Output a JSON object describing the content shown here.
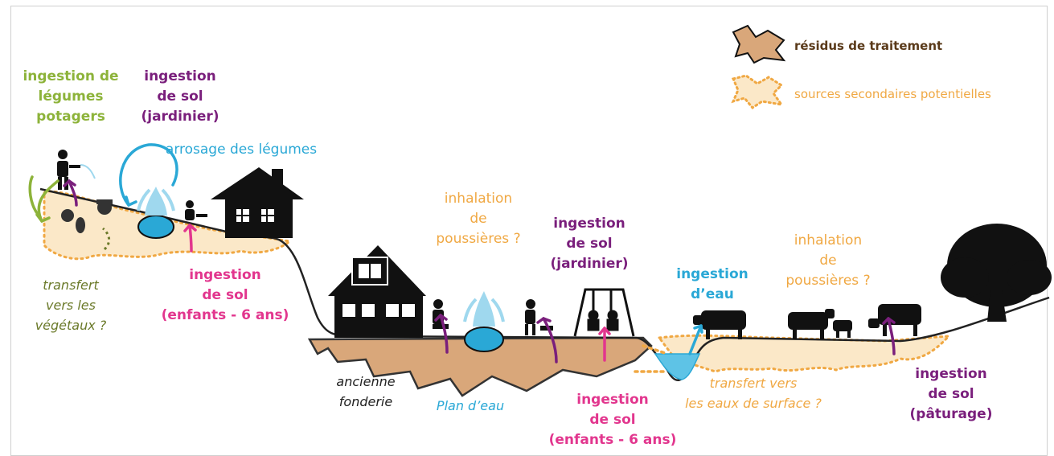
{
  "legend": {
    "residues": "résidus de traitement",
    "secondary": "sources secondaires potentielles"
  },
  "labels": {
    "veg_ingestion": "ingestion de\nlégumes\npotagers",
    "soil_gardener_1": "ingestion\nde sol\n(jardinier)",
    "watering": "arrosage des légumes",
    "soil_children_1": "ingestion\nde sol\n(enfants - 6 ans)",
    "transfer_plants": "transfert\nvers les\nvégétaux ?",
    "dust_1": "inhalation\nde\npoussières ?",
    "soil_gardener_2": "ingestion\nde sol\n(jardinier)",
    "water_ingestion": "ingestion\nd’eau",
    "dust_2": "inhalation\nde\npoussières ?",
    "old_foundry": "ancienne\nfonderie",
    "pond": "Plan d’eau",
    "soil_children_2": "ingestion\nde sol\n(enfants - 6 ans)",
    "surface_transfer": "transfert vers\nles eaux de surface ?",
    "soil_pasture": "ingestion\nde sol\n(pâturage)"
  },
  "colors": {
    "green": "#8db33a",
    "purple": "#7a1f7c",
    "pink": "#e2368e",
    "cyan": "#2aa8d6",
    "orange": "#f0a843",
    "residue_fill": "#d9a77a",
    "secondary_fill": "#fbe8c8"
  },
  "icons": [
    "house-icon",
    "gardener-icon",
    "child-icon",
    "fountain-icon",
    "swing-icon",
    "cow-icon",
    "tree-icon",
    "vegetables-icon"
  ]
}
